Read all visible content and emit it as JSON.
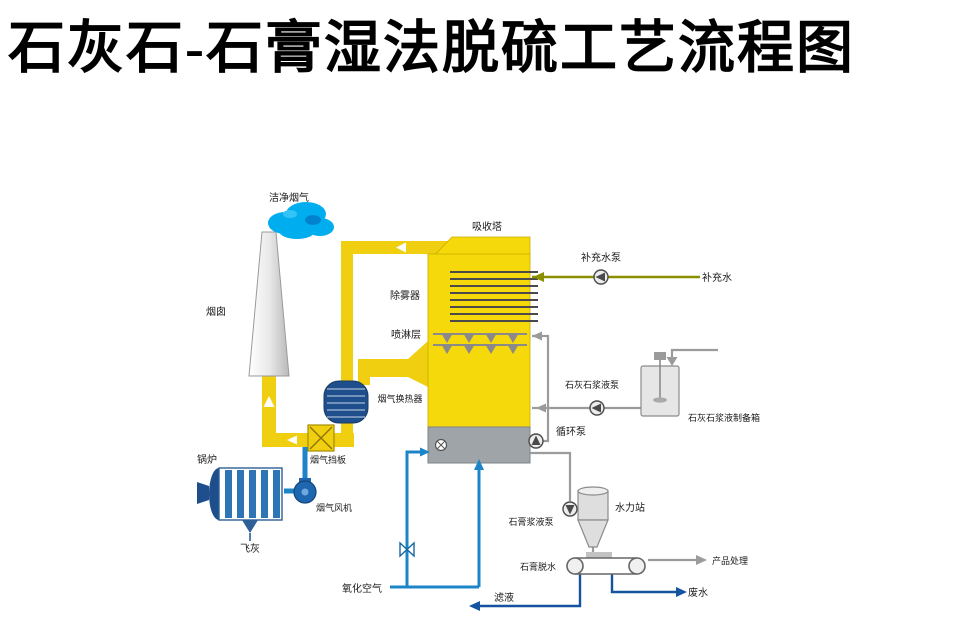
{
  "title": "石灰石-石膏湿法脱硫工艺流程图",
  "labels": {
    "clean_flue_gas": "洁净烟气",
    "chimney": "烟囱",
    "absorber_tower": "吸收塔",
    "mist_eliminator": "除雾器",
    "spray_layer": "喷淋层",
    "makeup_water_pump": "补充水泵",
    "makeup_water": "补充水",
    "limestone_slurry_pump": "石灰石浆液泵",
    "limestone_slurry_prep_tank": "石灰石浆液制备箱",
    "circulation_pump": "循环泵",
    "gas_gas_heater": "烟气换热器",
    "flue_gas_damper": "烟气挡板",
    "boiler": "锅炉",
    "flue_gas_fan": "烟气风机",
    "fly_ash": "飞灰",
    "oxidation_air": "氧化空气",
    "gypsum_slurry_pump": "石膏浆液泵",
    "hydro_station": "水力站",
    "gypsum_dewatering": "石膏脱水",
    "product_handling": "产品处理",
    "waste_water": "废水",
    "filtrate": "滤液"
  },
  "colors": {
    "duct_yellow": "#f0cf10",
    "tower_yellow": "#f5d90a",
    "sump_gray": "#9fa4a8",
    "pipe_teal": "#1b85c8",
    "pipe_navy": "#1552a0",
    "pipe_gray": "#9b9b9b",
    "makeup_olive": "#8a8f00",
    "cloud_blue": "#00aeef",
    "equipment_navy": "#1f4e8c",
    "title_color": "#000000"
  }
}
